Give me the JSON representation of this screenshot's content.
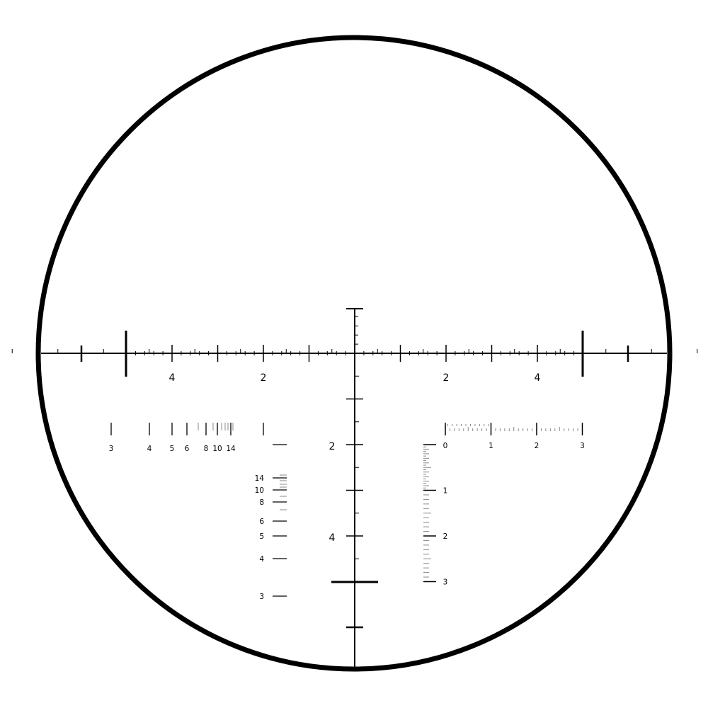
{
  "reticle": {
    "colors": {
      "line": "#000000",
      "secondary": "#888888",
      "background": "#ffffff"
    },
    "horizontal_labels": {
      "left": [
        "4",
        "2"
      ],
      "right": [
        "2",
        "4"
      ],
      "values": [
        4,
        2
      ]
    },
    "vertical_labels": [
      "2",
      "4"
    ],
    "range_scale_horizontal": {
      "labels": [
        "3",
        "4",
        "5",
        "6",
        "8",
        "10",
        "14"
      ]
    },
    "range_scale_vertical": {
      "labels": [
        "14",
        "10",
        "8",
        "6",
        "5",
        "4",
        "3"
      ]
    },
    "ruler_horizontal": {
      "labels": [
        "0",
        "1",
        "2",
        "3"
      ]
    },
    "ruler_vertical": {
      "labels": [
        "1",
        "2",
        "3"
      ]
    }
  }
}
